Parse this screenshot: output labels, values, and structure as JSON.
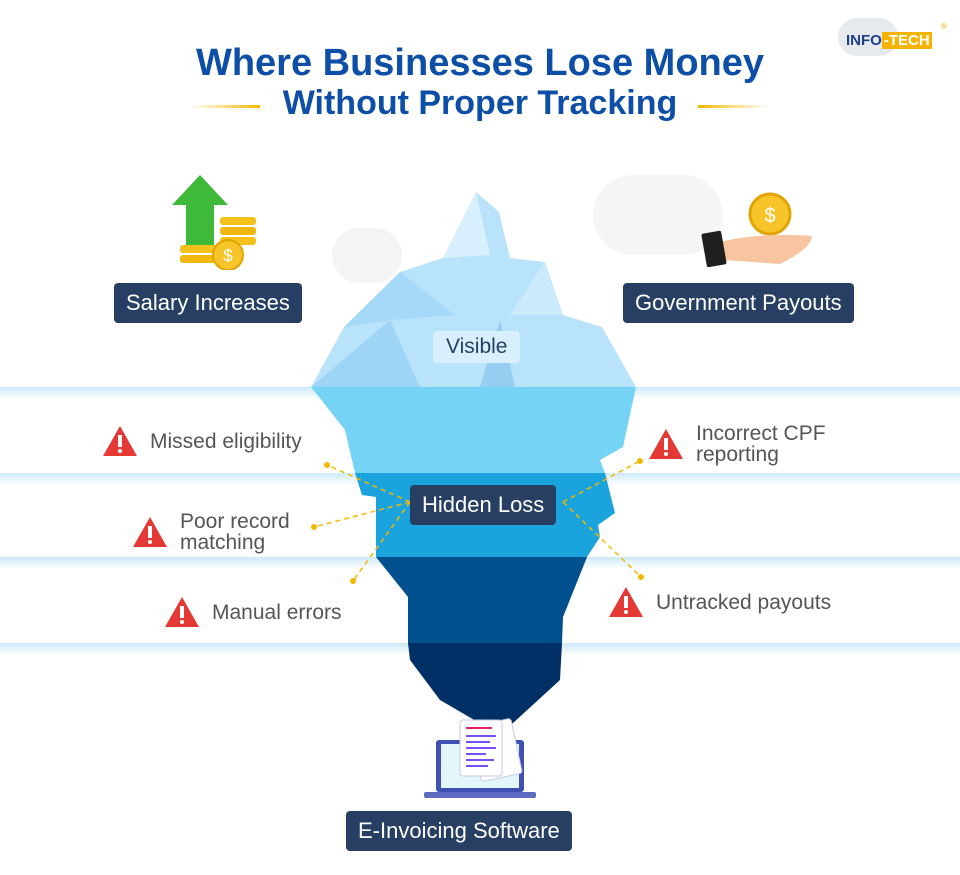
{
  "brand": {
    "logo_text_left": "INFO",
    "logo_text_right": "-TECH",
    "registered": "®"
  },
  "header": {
    "title_line1": "Where Businesses Lose Money",
    "title_line2": "Without Proper Tracking"
  },
  "top_labels": {
    "left": "Salary Increases",
    "right": "Government Payouts"
  },
  "iceberg": {
    "visible_label": "Visible",
    "hidden_label": "Hidden Loss"
  },
  "hidden_items": [
    {
      "text": "Missed eligibility"
    },
    {
      "text": "Poor record\nmatching"
    },
    {
      "text": "Manual errors"
    },
    {
      "text": "Incorrect CPF\nreporting"
    },
    {
      "text": "Untracked payouts"
    }
  ],
  "bottom_label": "E-Invoicing Software",
  "colors": {
    "title": "#0d4ea6",
    "label_bg": "#263f62",
    "accent": "#f5b800",
    "warning": "#e53935"
  }
}
